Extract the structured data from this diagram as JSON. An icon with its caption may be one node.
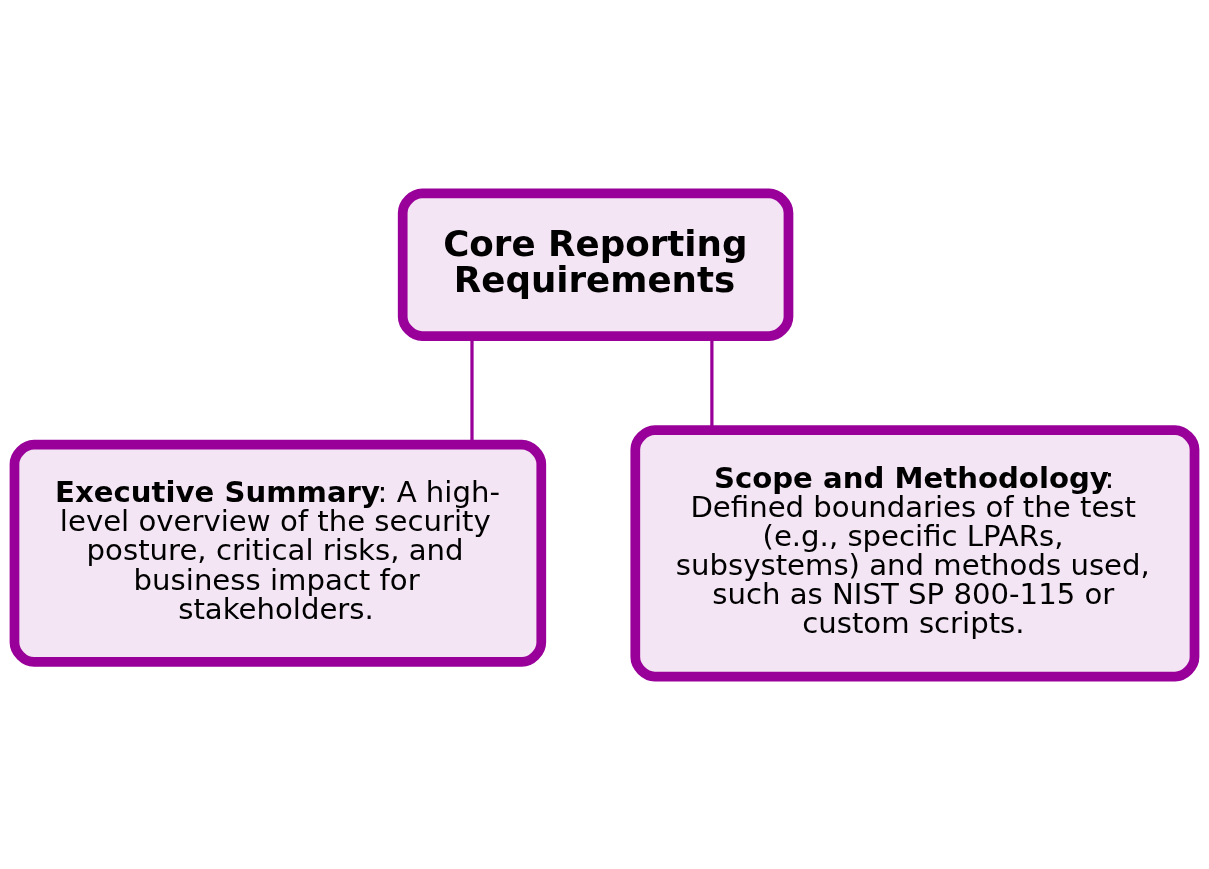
{
  "diagram": {
    "nodes": [
      {
        "text": [
          "**Core Reporting Requirements**"
        ]
      },
      {
        "text": [
          "**Executive Summary**: A high-level overview of the security posture, critical risks, and business impact for stakeholders."
        ]
      },
      {
        "text": [
          "**Scope and Methodology**: Defined boundaries of the test (e.g., specific LPARs, subsystems) and methods used, such as NIST SP 800-115 or custom scripts."
        ]
      }
    ],
    "edges": [
      {
        "from": 0,
        "to": 1,
        "arrow": "none"
      },
      {
        "from": 0,
        "to": 2,
        "arrow": "none"
      }
    ]
  }
}
